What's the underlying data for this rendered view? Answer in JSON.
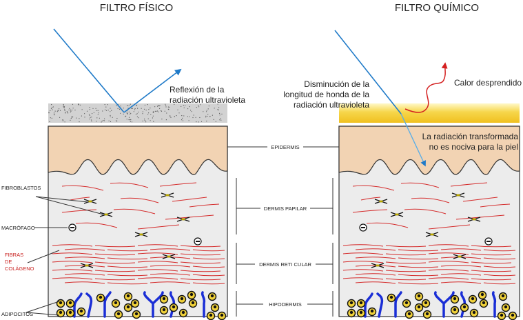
{
  "titles": {
    "physical": "FILTRO FÍSICO",
    "chemical": "FILTRO QUÍMICO"
  },
  "physical_panel": {
    "reflection_label": [
      "Reflexión de la",
      "radiación ultravioleta"
    ]
  },
  "chemical_panel": {
    "decrease_label": [
      "Disminución de la",
      "longitud de honda de la",
      "radiación ultravioleta"
    ],
    "heat_label": "Calor desprendido",
    "transformed_label": [
      "La radiación transformada",
      "no es nociva para la piel"
    ]
  },
  "layers": {
    "epidermis": "EPIDERMIS",
    "papillary_dermis": "DERMIS PAPILAR",
    "reticular_dermis": "DERMIS RETI CULAR",
    "hypodermis": "HIPODERMIS"
  },
  "cells": {
    "fibroblasts": "FIBROBLASTOS",
    "macrophage": "MACRÓFAGO",
    "collagen_fibers": [
      "FIBRAS",
      "DE",
      "COLÁGENO"
    ],
    "adipocytes": "ADIPOCITOS"
  },
  "colors": {
    "epidermis": "#f2d3b3",
    "dermis": "#ececec",
    "collagen": "#d42a2a",
    "vessel": "#1a2ed6",
    "ray": "#1f7ac8",
    "heat_arrow": "#d42020",
    "collagen_label": "#c8201e",
    "chemical_filter": "#f3cf3a"
  }
}
